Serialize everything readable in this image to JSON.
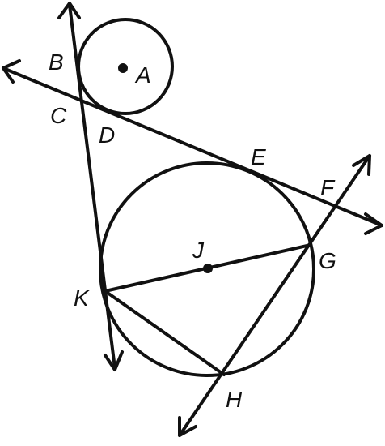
{
  "figure": {
    "labels": {
      "A": "A",
      "B": "B",
      "C": "C",
      "D": "D",
      "E": "E",
      "F": "F",
      "G": "G",
      "H": "H",
      "J": "J",
      "K": "K"
    },
    "colors": {
      "ink": "#111111",
      "background": "#ffffff"
    }
  }
}
